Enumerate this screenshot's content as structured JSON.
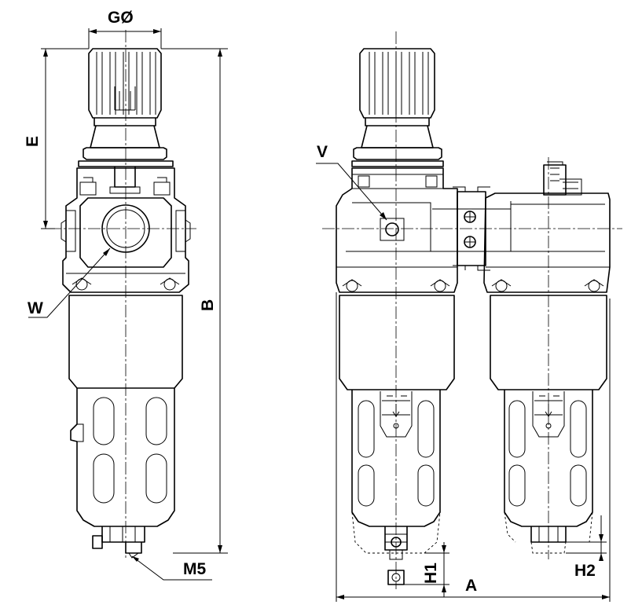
{
  "labels": {
    "g_diameter": "GØ",
    "e": "E",
    "b": "B",
    "w": "W",
    "m5": "M5",
    "v": "V",
    "a": "A",
    "h1": "H1",
    "h2": "H2"
  }
}
